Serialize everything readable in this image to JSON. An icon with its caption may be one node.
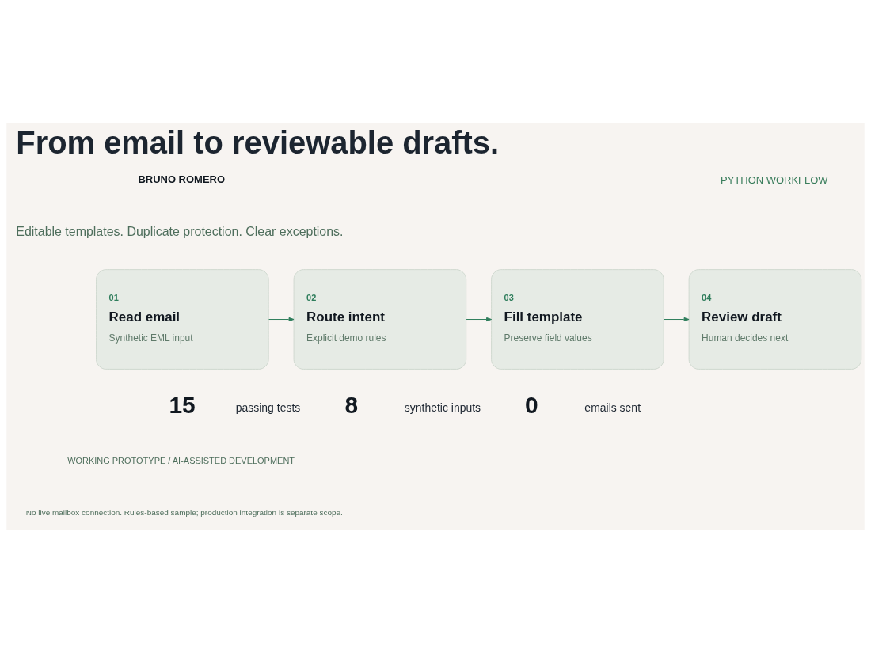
{
  "diagram": {
    "title": "From email to reviewable drafts.",
    "nodes": [
      {
        "text": [
          "01",
          "Read email",
          "Synthetic EML input"
        ]
      },
      {
        "text": [
          "02",
          "Route intent",
          "Explicit demo rules"
        ]
      },
      {
        "text": [
          "03",
          "Fill template",
          "Preserve field values"
        ]
      },
      {
        "text": [
          "04",
          "Review draft",
          "Human decides next"
        ]
      }
    ],
    "edges": [
      {
        "from": 0,
        "to": 1,
        "arrow": "to"
      },
      {
        "from": 1,
        "to": 2,
        "arrow": "to"
      },
      {
        "from": 2,
        "to": 3,
        "arrow": "to"
      }
    ],
    "labels": [
      "BRUNO ROMERO",
      "PYTHON WORKFLOW",
      "Editable templates. Duplicate protection. Clear exceptions.",
      "15",
      "passing tests",
      "8",
      "synthetic inputs",
      "0",
      "emails sent",
      "WORKING PROTOTYPE / AI-ASSISTED DEVELOPMENT",
      "No live mailbox connection. Rules-based sample; production integration is separate scope."
    ]
  }
}
